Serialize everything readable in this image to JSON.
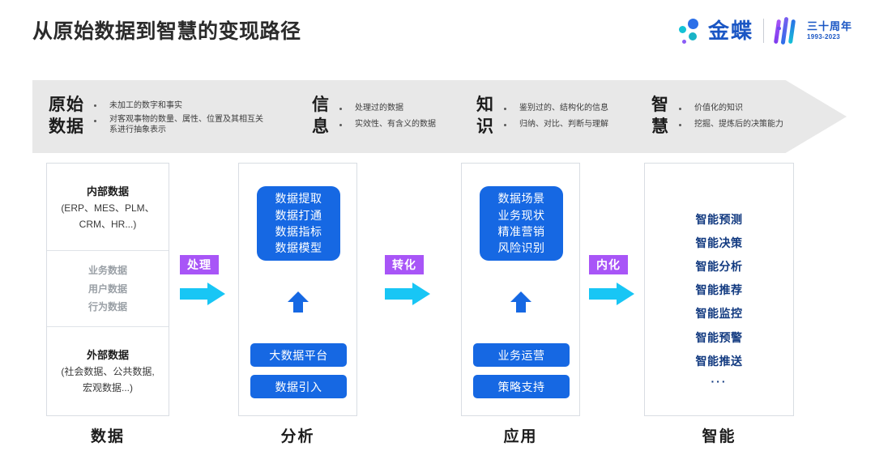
{
  "header": {
    "title": "从原始数据到智慧的变现路径",
    "brand": {
      "name": "金蝶",
      "anniversary_cn": "三十周年",
      "anniversary_years": "1993-2023"
    }
  },
  "banner": {
    "stages": [
      {
        "title_line1": "原始",
        "title_line2": "数据",
        "bullets": [
          "未加工的数字和事实",
          "对客观事物的数量、属性、位置及其相互关系进行抽象表示"
        ]
      },
      {
        "title_line1": "信",
        "title_line2": "息",
        "bullets": [
          "处理过的数据",
          "实效性、有含义的数据"
        ]
      },
      {
        "title_line1": "知",
        "title_line2": "识",
        "bullets": [
          "鉴别过的、结构化的信息",
          "归纳、对比、判断与理解"
        ]
      },
      {
        "title_line1": "智",
        "title_line2": "慧",
        "bullets": [
          "价值化的知识",
          "挖掘、提炼后的决策能力"
        ]
      }
    ]
  },
  "columns": {
    "data": {
      "internal_title": "内部数据",
      "internal_sub_line1": "(ERP、MES、PLM、",
      "internal_sub_line2": "CRM、HR...)",
      "middle_items": [
        "业务数据",
        "用户数据",
        "行为数据"
      ],
      "external_title": "外部数据",
      "external_sub_line1": "(社会数据、公共数据,",
      "external_sub_line2": "宏观数据...)",
      "footer": "数据"
    },
    "analysis": {
      "panel_lines": [
        "数据提取",
        "数据打通",
        "数据指标",
        "数据模型"
      ],
      "pill_a": "大数据平台",
      "pill_b": "数据引入",
      "footer": "分析"
    },
    "application": {
      "panel_lines": [
        "数据场景",
        "业务现状",
        "精准营销",
        "风险识别"
      ],
      "pill_a": "业务运营",
      "pill_b": "策略支持",
      "footer": "应用"
    },
    "intelligence": {
      "items": [
        "智能预测",
        "智能决策",
        "智能分析",
        "智能推荐",
        "智能监控",
        "智能预警",
        "智能推送"
      ],
      "ellipsis": "···",
      "footer": "智能"
    }
  },
  "connectors": [
    {
      "label": "处理"
    },
    {
      "label": "转化"
    },
    {
      "label": "内化"
    }
  ],
  "colors": {
    "accent_blue": "#1668e3",
    "badge_purple": "#a855f7",
    "arrow_cyan": "#18c6f5",
    "banner_gray": "#e8e8e8",
    "navy_text": "#123a80",
    "brand_blue": "#1a56c4"
  }
}
